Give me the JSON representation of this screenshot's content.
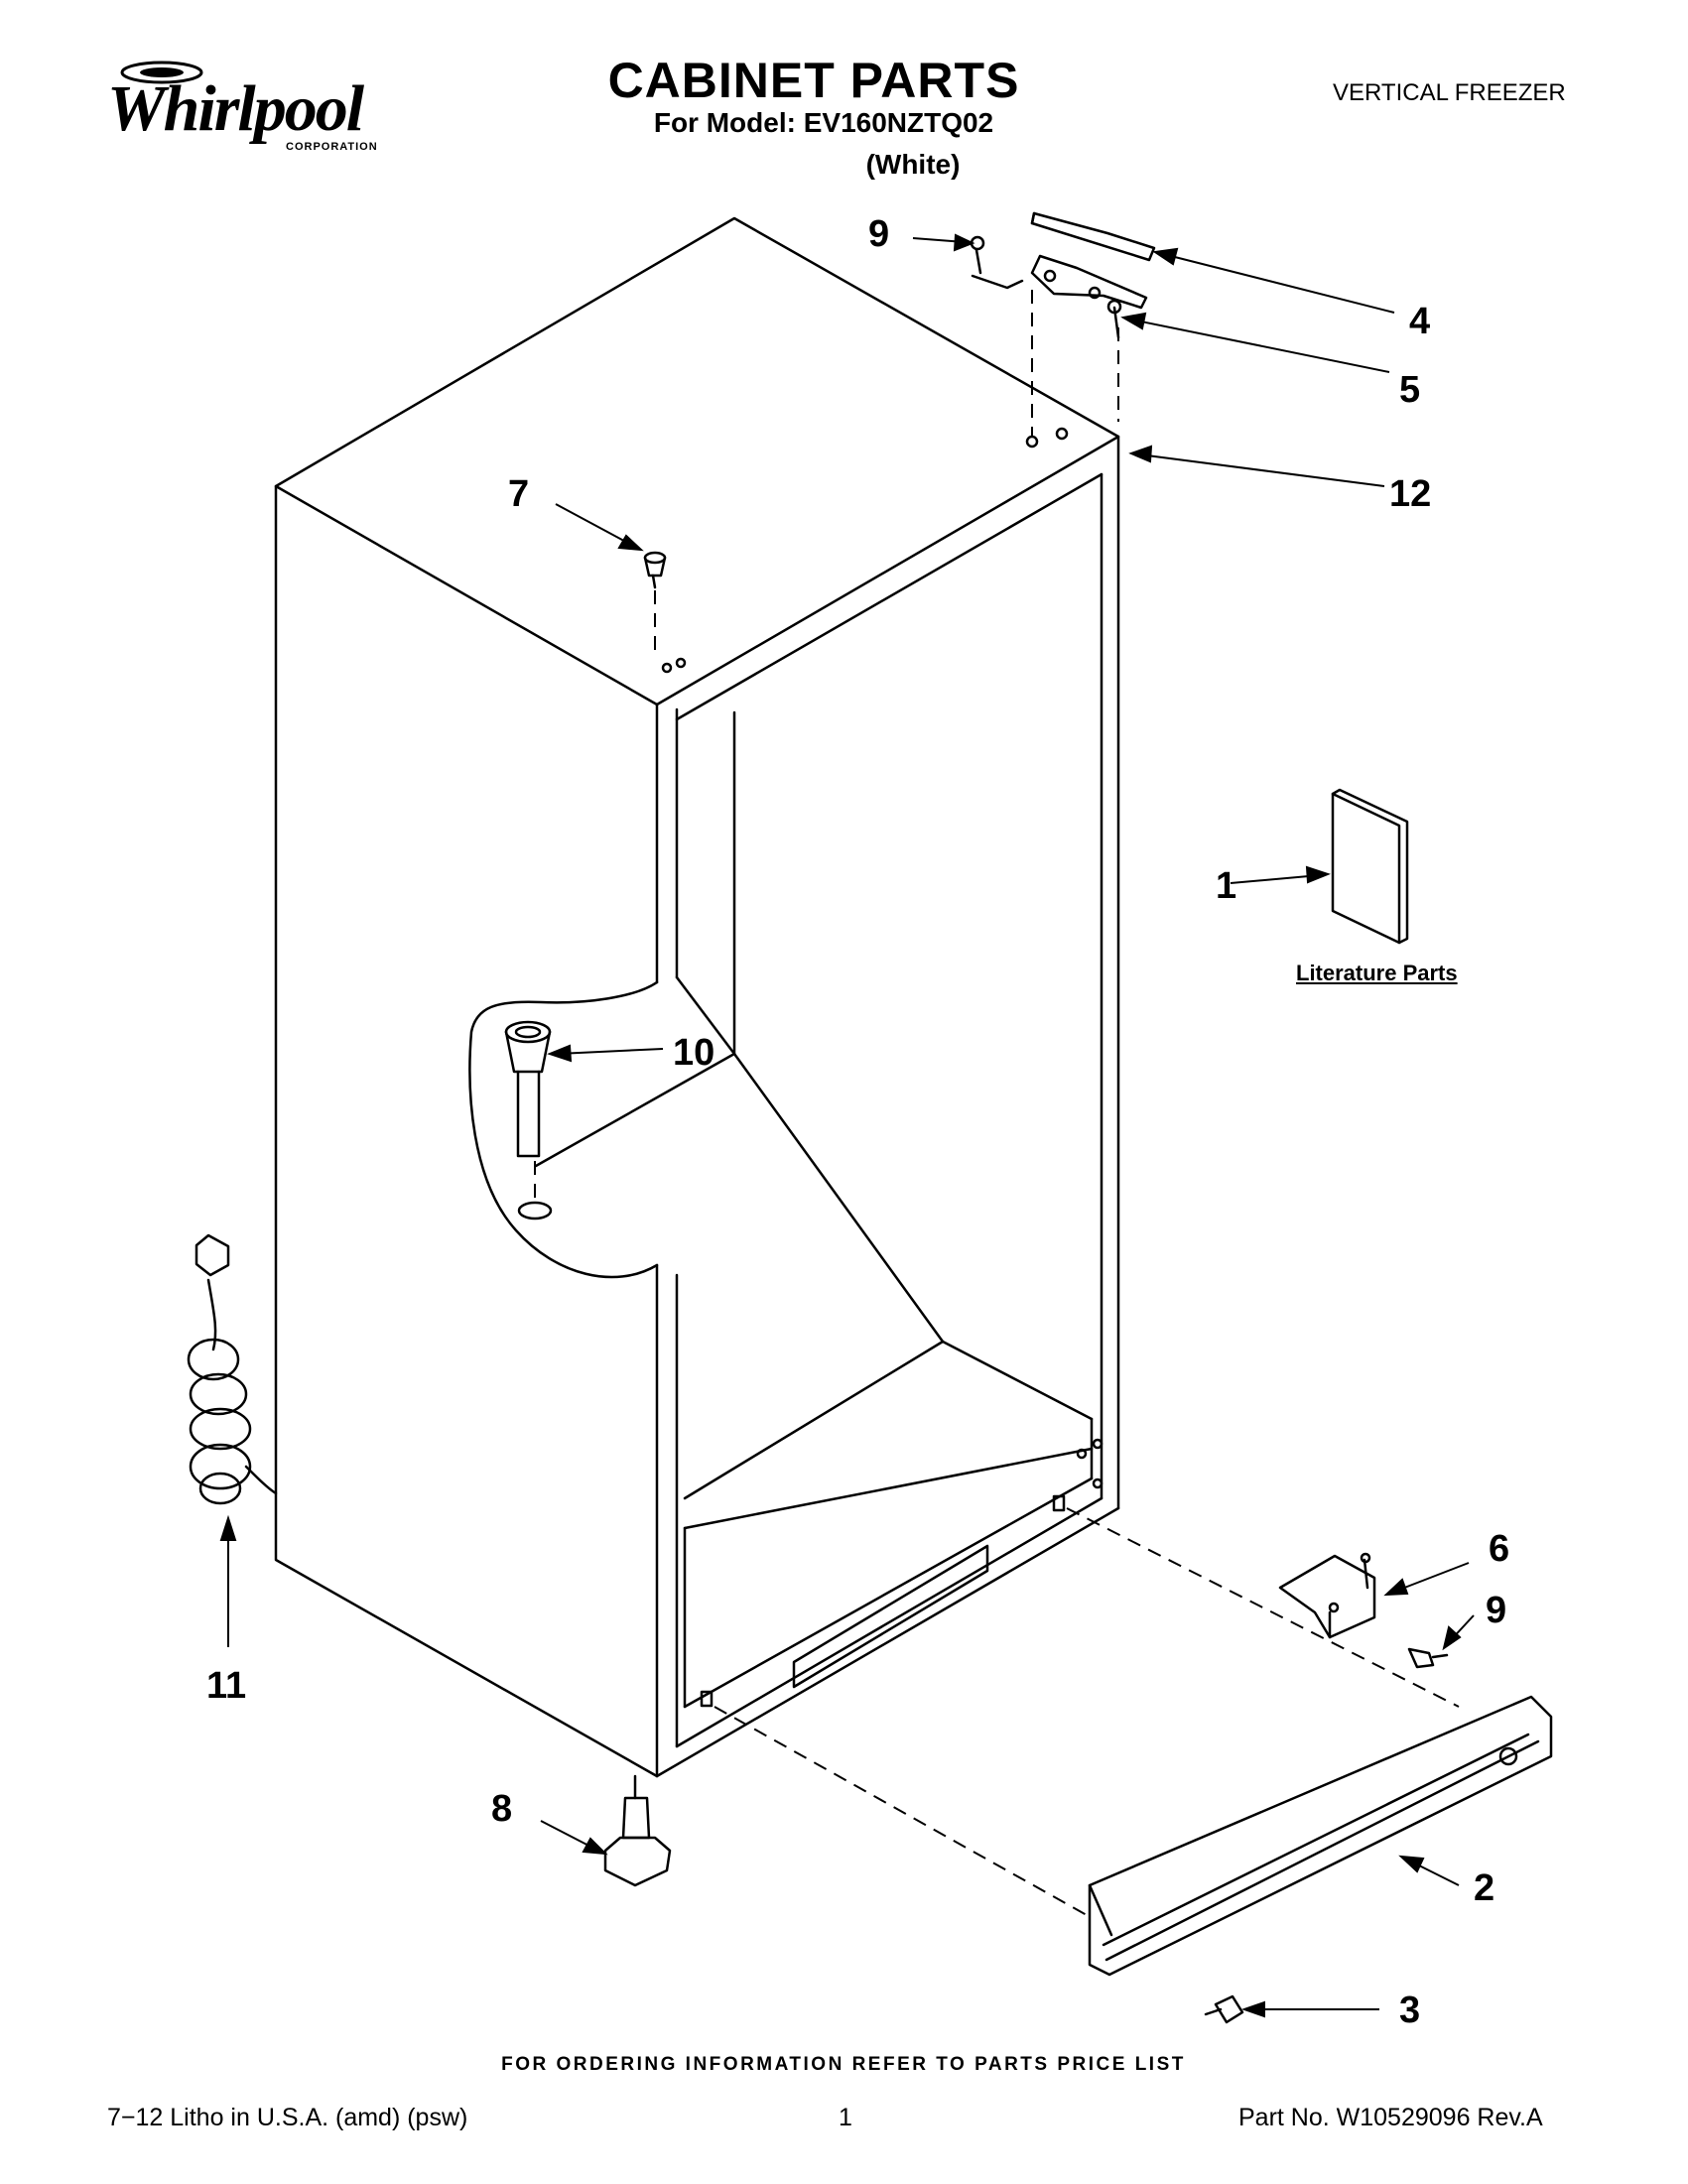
{
  "header": {
    "brand": "Whirlpool",
    "brand_sub": "CORPORATION",
    "title": "CABINET PARTS",
    "model_line": "For Model: EV160NZTQ02",
    "color_line": "(White)",
    "category": "VERTICAL FREEZER"
  },
  "callouts": {
    "c1": "1",
    "c2": "2",
    "c3": "3",
    "c4": "4",
    "c5": "5",
    "c6": "6",
    "c7": "7",
    "c8": "8",
    "c9a": "9",
    "c9b": "9",
    "c10": "10",
    "c11": "11",
    "c12": "12"
  },
  "literature_label": "Literature Parts",
  "footer": {
    "ordering_note": "FOR ORDERING INFORMATION REFER TO PARTS PRICE LIST",
    "litho": "7−12 Litho in U.S.A. (amd) (psw)",
    "page_number": "1",
    "part_number": "Part No. W10529096 Rev.A"
  }
}
